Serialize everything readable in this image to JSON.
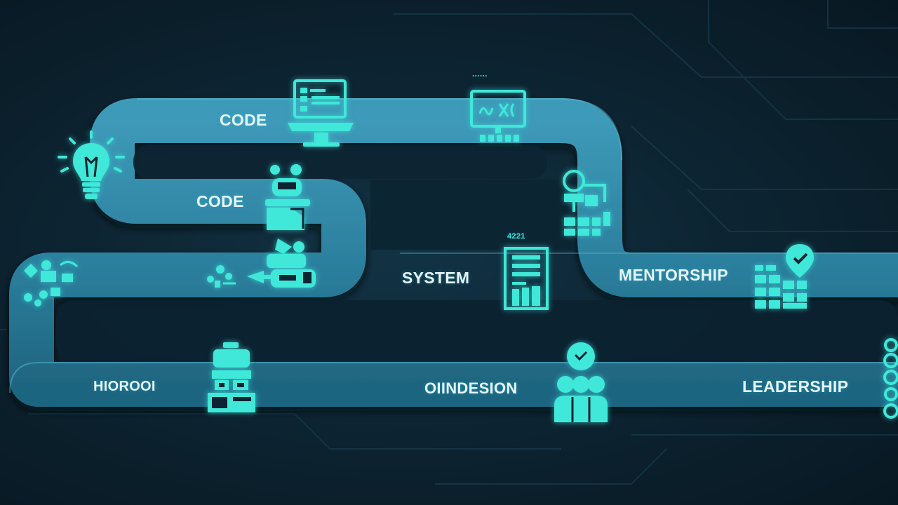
{
  "labels": {
    "code_top": "CODE",
    "code_mid": "CODE",
    "system": "SYSTEM",
    "mentorship": "MENTORSHIP",
    "bottom_left": "HIOROOI",
    "bottom_mid": "OIINDESION",
    "leadership": "LEADERSHIP"
  },
  "small_text": {
    "top_right_caption": "......",
    "system_caption": "4221"
  },
  "colors": {
    "background": "#0b1e2b",
    "track": "#2b7f9d",
    "track_highlight": "#46a9c4",
    "icon": "#3fe8d8",
    "text": "#e6f4f8"
  },
  "icons": [
    "lightbulb-icon",
    "computer-icon",
    "code-screen-icon",
    "person-head-icon",
    "developer-icon",
    "team-icon",
    "org-chart-icon",
    "document-icon",
    "location-badge-icon",
    "robot-icon",
    "group-people-icon",
    "gears-icon",
    "tools-icon"
  ]
}
